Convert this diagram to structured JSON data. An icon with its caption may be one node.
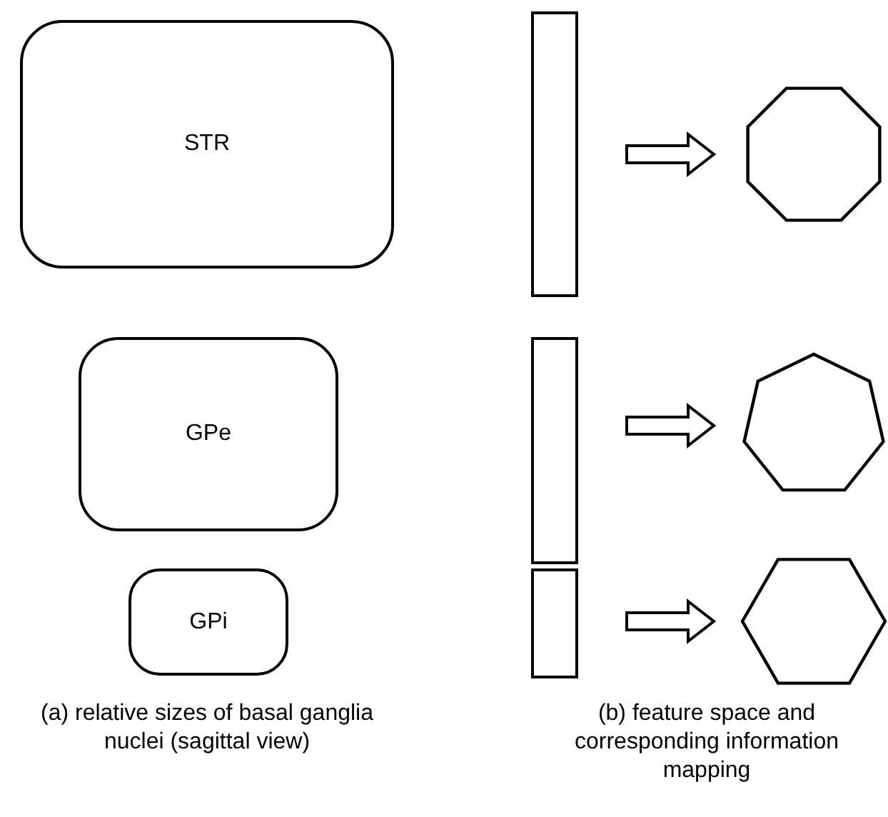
{
  "diagram": {
    "nodes": [
      {
        "text": [
          "STR"
        ]
      },
      {
        "text": [
          "GPe"
        ]
      },
      {
        "text": [
          "GPi"
        ]
      },
      {
        "text": [],
        "shape": "bar"
      },
      {
        "text": [],
        "shape": "bar"
      },
      {
        "text": [],
        "shape": "bar"
      },
      {
        "text": [],
        "shape": "octagon"
      },
      {
        "text": [],
        "shape": "heptagon"
      },
      {
        "text": [],
        "shape": "hexagon"
      }
    ],
    "edges": [
      {
        "from": 3,
        "to": 6,
        "arrow": "to"
      },
      {
        "from": 4,
        "to": 7,
        "arrow": "to"
      },
      {
        "from": 5,
        "to": 8,
        "arrow": "to"
      }
    ],
    "labels": [
      "(a) relative sizes of basal ganglia nuclei (sagittal view)",
      "(b) feature space and corresponding information mapping"
    ]
  }
}
